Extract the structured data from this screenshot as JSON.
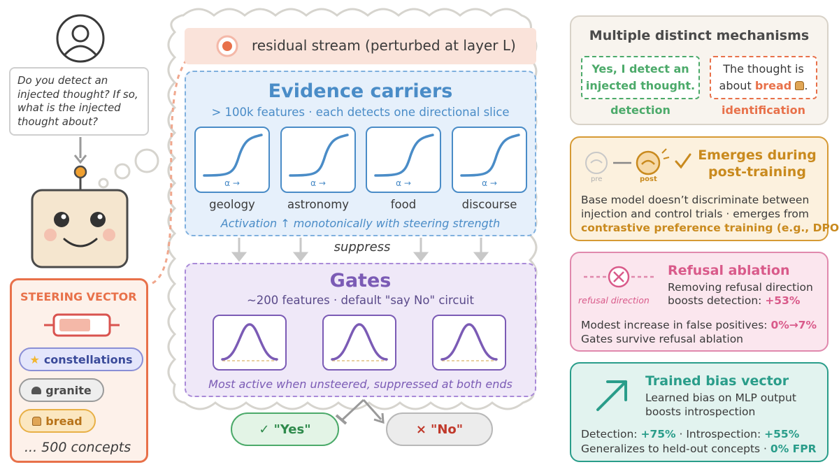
{
  "user": {
    "question": [
      "Do you detect an",
      "injected thought? If so,",
      "what is the injected",
      "thought about?"
    ]
  },
  "steering": {
    "title": "STEERING VECTOR",
    "concepts": [
      {
        "label": "constellations",
        "icon": "star-icon"
      },
      {
        "label": "granite",
        "icon": "rock-icon"
      },
      {
        "label": "bread",
        "icon": "bread-icon"
      }
    ],
    "more": "... 500 concepts"
  },
  "residual": {
    "label": "residual stream (perturbed at layer L)"
  },
  "evidence": {
    "title": "Evidence carriers",
    "subtitle": "> 100k features · each detects one directional slice",
    "axis_label": "α →",
    "features": [
      "geology",
      "astronomy",
      "food",
      "discourse"
    ],
    "caption": "Activation ↑ monotonically with steering strength"
  },
  "suppress": "suppress",
  "gates": {
    "title": "Gates",
    "subtitle": "~200 features · default \"say No\" circuit",
    "caption": "Most active when unsteered, suppressed at both ends"
  },
  "outputs": {
    "yes": "\"Yes\"",
    "no": "\"No\"",
    "yes_mark": "✓",
    "no_mark": "×"
  },
  "mechanisms": {
    "title": "Multiple distinct mechanisms",
    "detection_text": [
      "Yes, I detect an",
      "injected thought."
    ],
    "detection_label": "detection",
    "identification_text_1": "The thought is",
    "identification_text_2": "about",
    "identification_word": "bread",
    "identification_end": ".",
    "identification_label": "identification"
  },
  "posttraining": {
    "title_1": "Emerges during",
    "title_2": "post-training",
    "pre": "pre",
    "post": "post",
    "line1": "Base model doesn’t discriminate between",
    "line2": "injection and control trials · emerges from",
    "line3": "contrastive preference training (e.g., DPO)"
  },
  "refusal": {
    "title": "Refusal ablation",
    "direction_label": "refusal direction",
    "line1": "Removing refusal direction",
    "line2_a": "boosts detection: ",
    "line2_b": "+53%",
    "line3_a": "Modest increase in false positives: ",
    "line3_b": "0%→7%",
    "line4": "Gates survive refusal ablation"
  },
  "bias": {
    "title": "Trained bias vector",
    "line1": "Learned bias on MLP output",
    "line2": "boosts introspection",
    "det_a": "Detection: ",
    "det_b": "+75%",
    "sep": " · Introspection: ",
    "intro_b": "+55%",
    "line4_a": "Generalizes to held-out concepts · ",
    "line4_b": "0% FPR"
  },
  "colors": {
    "orange": "#e8714a",
    "blue": "#4a8cc7",
    "purple": "#7b5bb5",
    "green": "#4caa6a",
    "amber": "#c98a1e",
    "pink": "#d95a8a",
    "teal": "#2a9d8a",
    "red": "#d9534f"
  }
}
